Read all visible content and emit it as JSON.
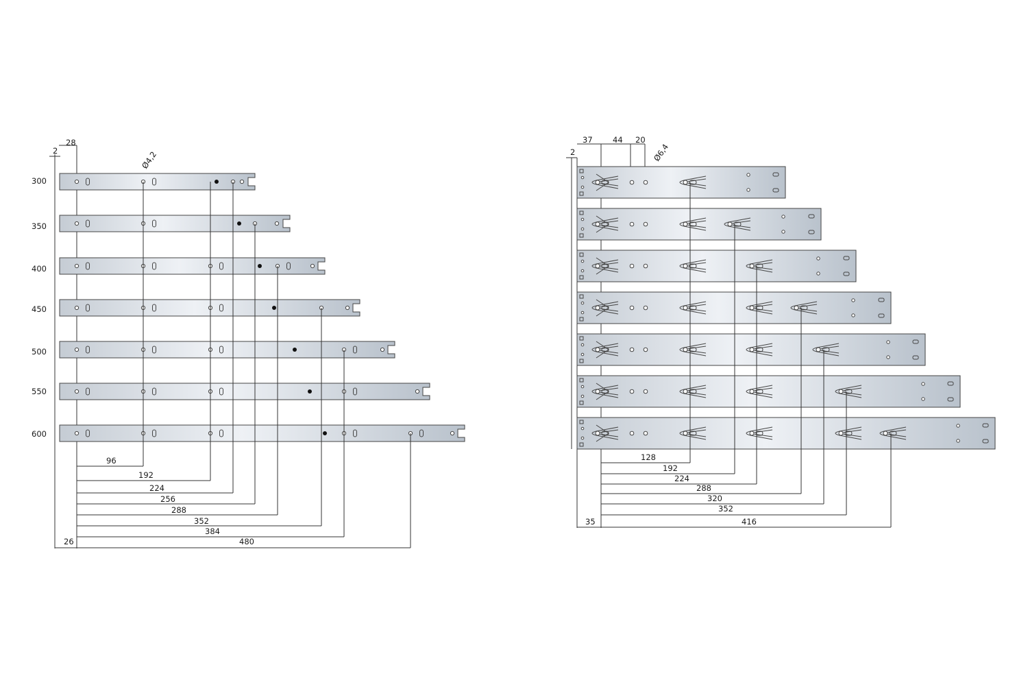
{
  "left": {
    "label_28": "28",
    "label_2": "2",
    "label_diameter": "Ø4,2",
    "rows": [
      "300",
      "350",
      "400",
      "450",
      "500",
      "550",
      "600"
    ],
    "dims": [
      "96",
      "192",
      "224",
      "256",
      "288",
      "352",
      "384",
      "480"
    ],
    "offset": "26"
  },
  "right": {
    "label_37": "37",
    "label_44": "44",
    "label_20": "20",
    "label_2": "2",
    "label_diameter": "Ø6,4",
    "dims": [
      "128",
      "192",
      "224",
      "288",
      "320",
      "352",
      "416"
    ],
    "offset": "35"
  },
  "colors": {
    "rail_light": "#eef1f5",
    "rail_dark": "#b9c2cc",
    "line": "#333333"
  }
}
